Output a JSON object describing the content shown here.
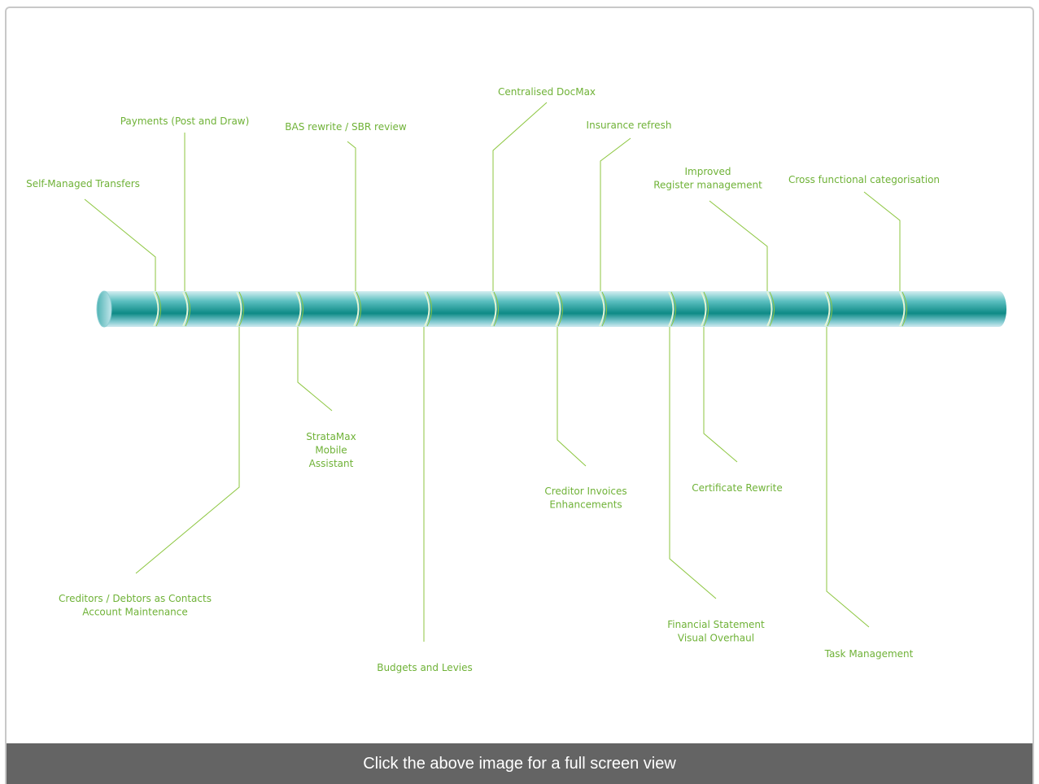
{
  "diagram": {
    "above": [
      {
        "lines": [
          "Self-Managed Transfers"
        ]
      },
      {
        "lines": [
          "Payments (Post and Draw)"
        ]
      },
      {
        "lines": [
          "BAS rewrite / SBR review"
        ]
      },
      {
        "lines": [
          "Centralised DocMax"
        ]
      },
      {
        "lines": [
          "Insurance refresh"
        ]
      },
      {
        "lines": [
          "Improved",
          "Register management"
        ]
      },
      {
        "lines": [
          "Cross functional categorisation"
        ]
      }
    ],
    "below": [
      {
        "lines": [
          "Creditors / Debtors as Contacts",
          "Account Maintenance"
        ]
      },
      {
        "lines": [
          "StrataMax",
          "Mobile",
          "Assistant"
        ]
      },
      {
        "lines": [
          "Budgets and Levies"
        ]
      },
      {
        "lines": [
          "Creditor Invoices",
          "Enhancements"
        ]
      },
      {
        "lines": [
          "Financial Statement",
          "Visual Overhaul"
        ]
      },
      {
        "lines": [
          "Certificate Rewrite"
        ]
      },
      {
        "lines": [
          "Task Management"
        ]
      }
    ],
    "colors": {
      "label": "#6fb237",
      "connector": "#8cc63f",
      "tube": "#1a9a9a"
    }
  },
  "footer": {
    "caption": "Click the above image for a full screen view"
  }
}
